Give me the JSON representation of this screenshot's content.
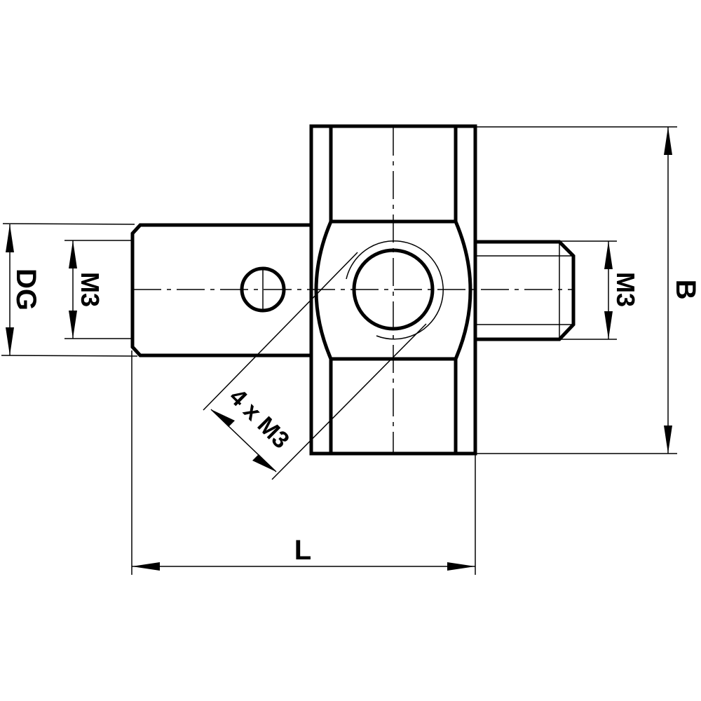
{
  "drawing": {
    "type": "technical-drawing",
    "subject": "stylus cross adapter / center cube with threaded stud",
    "line_color": "#000000",
    "background": "#ffffff"
  },
  "dimensions": {
    "left_outer_diameter": {
      "label": "DG"
    },
    "left_thread": {
      "label": "M3"
    },
    "right_thread": {
      "label": "M3"
    },
    "height": {
      "label": "B"
    },
    "length": {
      "label": "L"
    },
    "cross_threads": {
      "label": "4 x M3"
    }
  }
}
